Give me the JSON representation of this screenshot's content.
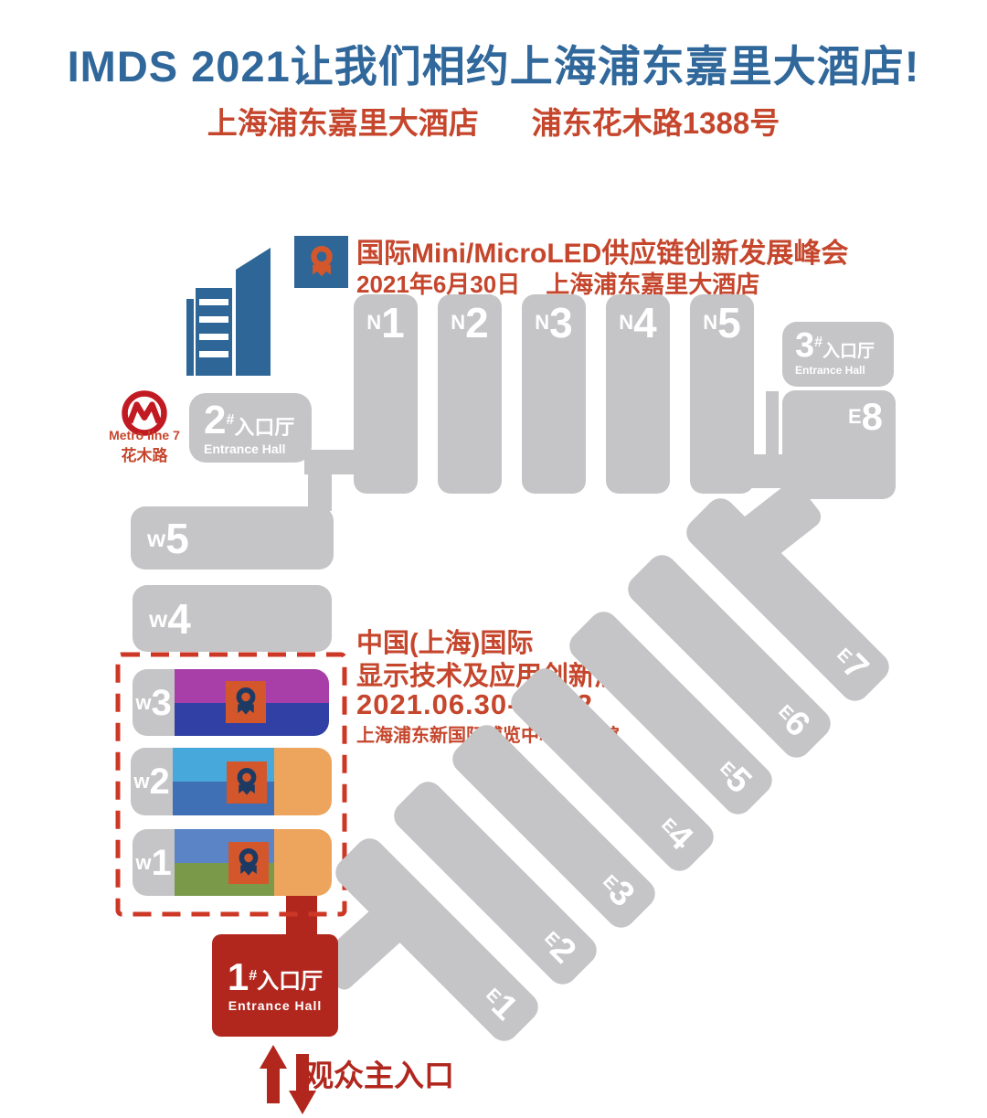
{
  "header": {
    "title": "IMDS 2021让我们相约上海浦东嘉里大酒店!",
    "venue": "上海浦东嘉里大酒店",
    "address": "浦东花木路1388号"
  },
  "summit": {
    "title": "国际Mini/MicroLED供应链创新发展峰会",
    "date": "2021年6月30日",
    "venue": "上海浦东嘉里大酒店"
  },
  "expo": {
    "line1": "中国(上海)国际",
    "line2": "显示技术及应用创新展",
    "dates": "2021.06.30-07.02",
    "venue": "上海浦东新国际博览中心W1-3馆"
  },
  "metro": {
    "line": "Metro line 7",
    "station": "花木路"
  },
  "map": {
    "north_halls": [
      {
        "prefix": "N",
        "num": "1"
      },
      {
        "prefix": "N",
        "num": "2"
      },
      {
        "prefix": "N",
        "num": "3"
      },
      {
        "prefix": "N",
        "num": "4"
      },
      {
        "prefix": "N",
        "num": "5"
      }
    ],
    "west_halls": [
      {
        "prefix": "w",
        "num": "5"
      },
      {
        "prefix": "w",
        "num": "4"
      }
    ],
    "expo_halls": [
      {
        "prefix": "w",
        "num": "3"
      },
      {
        "prefix": "w",
        "num": "2"
      },
      {
        "prefix": "w",
        "num": "1"
      }
    ],
    "east_halls": [
      {
        "prefix": "E",
        "num": "1"
      },
      {
        "prefix": "E",
        "num": "2"
      },
      {
        "prefix": "E",
        "num": "3"
      },
      {
        "prefix": "E",
        "num": "4"
      },
      {
        "prefix": "E",
        "num": "5"
      },
      {
        "prefix": "E",
        "num": "6"
      },
      {
        "prefix": "E",
        "num": "7"
      }
    ],
    "e8": {
      "prefix": "E",
      "num": "8"
    },
    "entrance1": {
      "num": "1",
      "hash": "#",
      "cn": "入口厅",
      "en": "Entrance Hall"
    },
    "entrance2": {
      "num": "2",
      "hash": "#",
      "cn": "入口厅",
      "en": "Entrance Hall"
    },
    "entrance3": {
      "num": "3",
      "hash": "#",
      "cn": "入口厅",
      "en": "Entrance Hall"
    },
    "main_entrance": "观众主入口"
  },
  "colors": {
    "title_blue": "#31689b",
    "accent_red": "#c5462c",
    "dark_red": "#b1271e",
    "hall_gray": "#c5c4c6",
    "badge_blue": "#2e6697",
    "badge_orange": "#d4572c",
    "medal_navy": "#1d3a63",
    "w3_purple": "#a83fa8",
    "w3_blue": "#3040a5",
    "w2_light_blue": "#47a8dc",
    "w2_blue": "#3f6fb4",
    "w1_blue": "#5b84c6",
    "w1_green": "#7a9a4a",
    "orange": "#eda55e",
    "metro_red": "#c21a22"
  }
}
